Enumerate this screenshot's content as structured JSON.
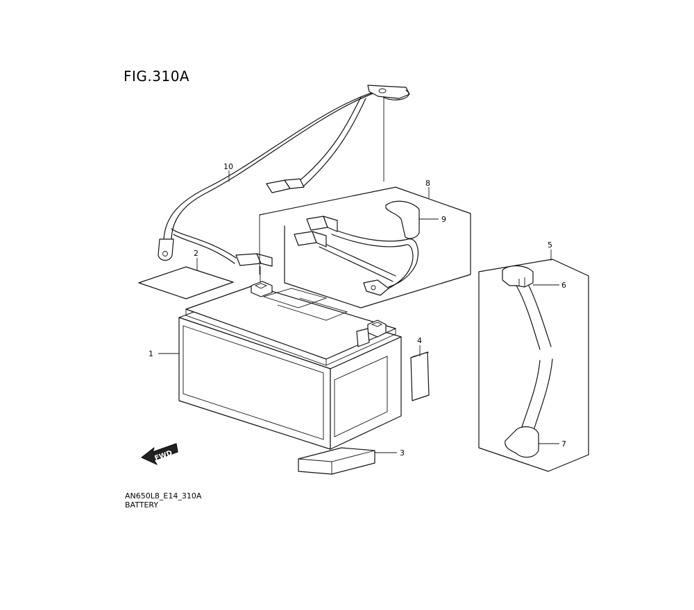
{
  "figure": {
    "title": "FIG.310A",
    "model_code": "AN650L8_E14_310A",
    "section_name": "BATTERY",
    "fwd_label": "FWD"
  },
  "callouts": [
    "1",
    "2",
    "3",
    "4",
    "5",
    "6",
    "7",
    "8",
    "9",
    "10"
  ]
}
